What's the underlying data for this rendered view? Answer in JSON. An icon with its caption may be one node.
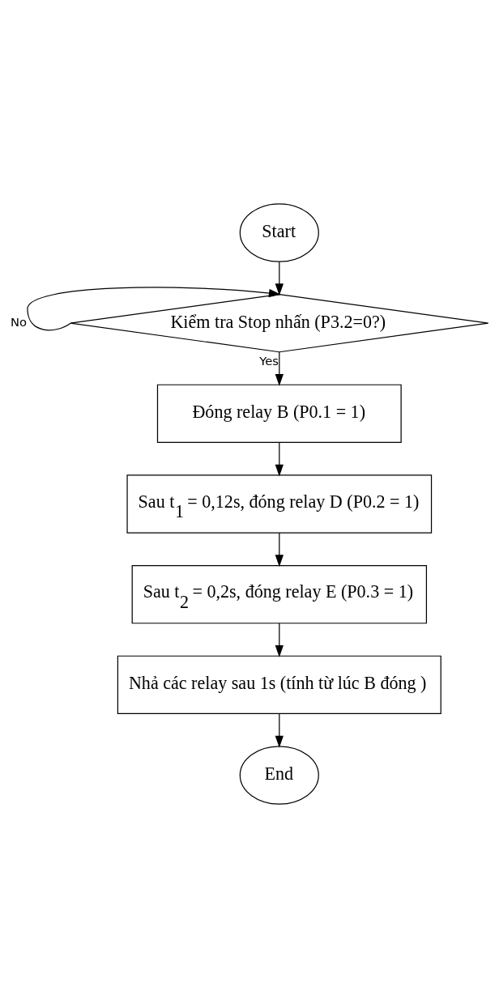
{
  "diagram": {
    "nodes": [
      {
        "text": [
          "Start"
        ]
      },
      {
        "text": [
          "Kiểm tra Stop nhấn (P3.2=0?)"
        ]
      },
      {
        "text": [
          "Đóng relay B (P0.1 = 1)"
        ]
      },
      {
        "text": [
          "Sau t$_{1}$ = 0,12s, đóng relay D (P0.2 = 1)"
        ]
      },
      {
        "text": [
          "Sau t$_{2}$ = 0,2s, đóng relay E (P0.3 = 1)"
        ]
      },
      {
        "text": [
          "Nhả các relay sau 1s (tính từ lúc B đóng )"
        ]
      },
      {
        "text": [
          "End"
        ]
      }
    ],
    "edges": [
      {
        "from": 0,
        "to": 1,
        "arrow": "to"
      },
      {
        "from": 1,
        "to": 1,
        "arrow": "to",
        "label": "No"
      },
      {
        "from": 1,
        "to": 2,
        "arrow": "to",
        "label": "Yes"
      },
      {
        "from": 2,
        "to": 3,
        "arrow": "to"
      },
      {
        "from": 3,
        "to": 4,
        "arrow": "to"
      },
      {
        "from": 4,
        "to": 5,
        "arrow": "to"
      },
      {
        "from": 5,
        "to": 6,
        "arrow": "to"
      }
    ]
  }
}
